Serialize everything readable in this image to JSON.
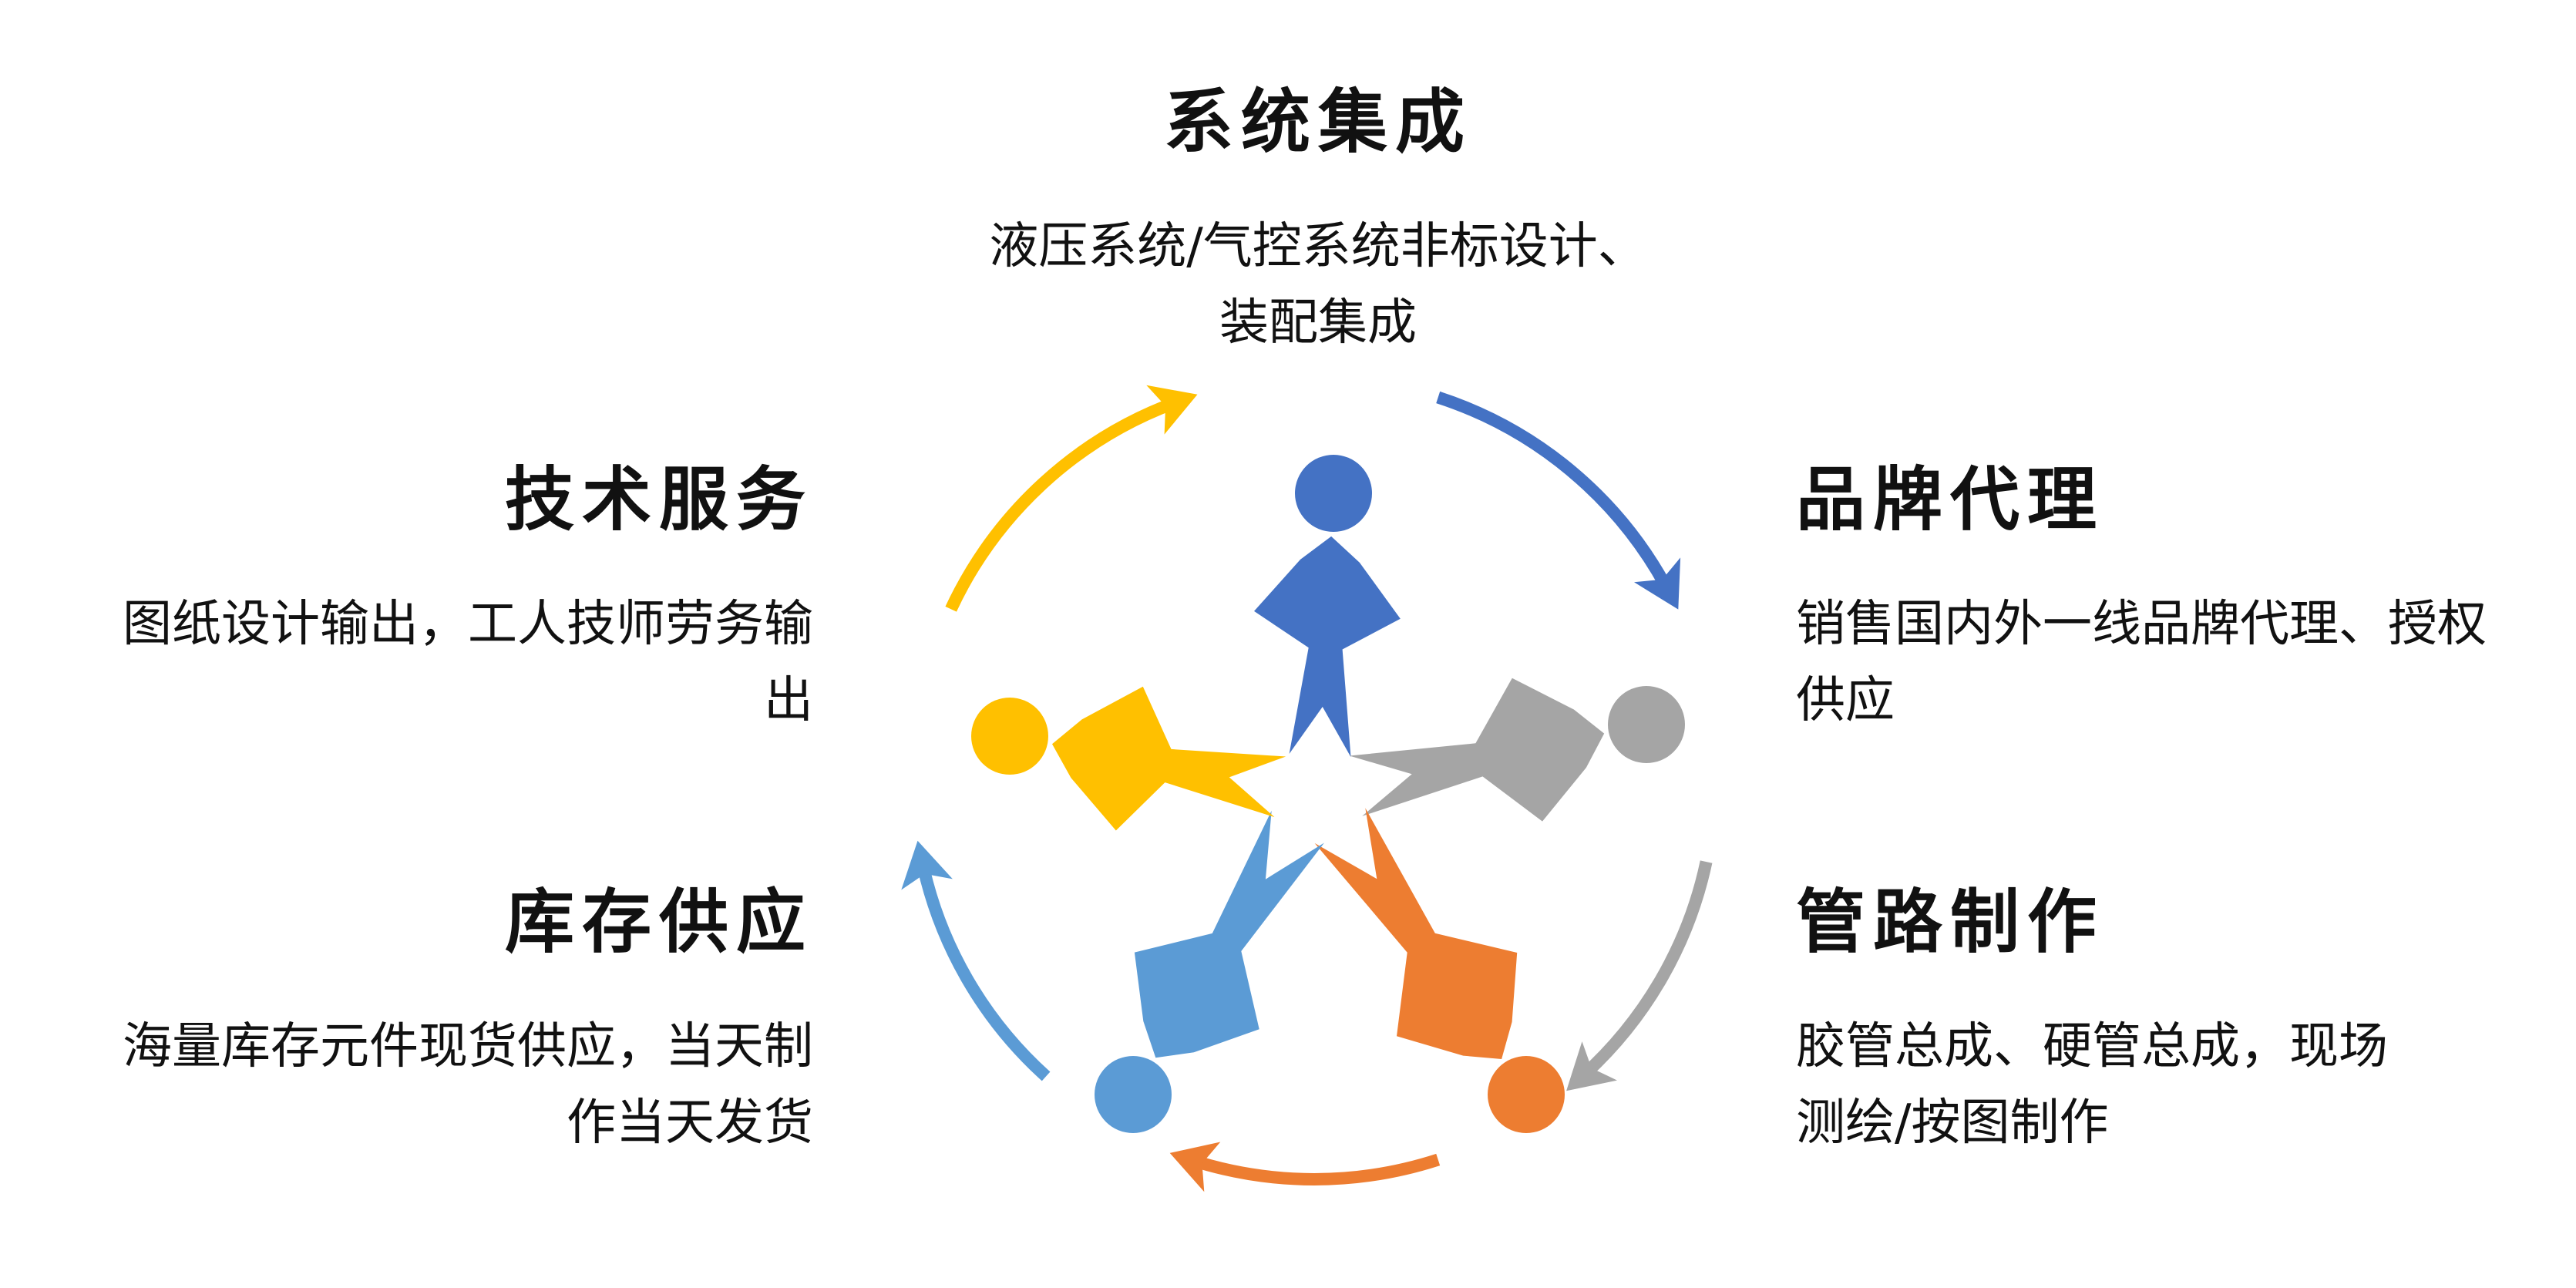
{
  "colors": {
    "blue": "#4472C4",
    "gray": "#A5A5A5",
    "orange": "#ED7D31",
    "lightblue": "#5B9BD5",
    "yellow": "#FFC000",
    "text": "#111111"
  },
  "nodes": [
    {
      "key": "top",
      "title": "系统集成",
      "lines": [
        "液压系统/气控系统非标设计、",
        "装配集成"
      ],
      "figure_color": "blue",
      "icon": "person-icon"
    },
    {
      "key": "upper-right",
      "title": "品牌代理",
      "lines": [
        "销售国内外一线品牌代理、授权",
        "供应"
      ],
      "figure_color": "gray",
      "icon": "person-icon"
    },
    {
      "key": "lower-right",
      "title": "管路制作",
      "lines": [
        "胶管总成、硬管总成，现场",
        "测绘/按图制作"
      ],
      "figure_color": "orange",
      "icon": "person-icon"
    },
    {
      "key": "lower-left",
      "title": "库存供应",
      "lines": [
        "海量库存元件现货供应，当天制",
        "作当天发货"
      ],
      "figure_color": "lightblue",
      "icon": "person-icon"
    },
    {
      "key": "upper-left",
      "title": "技术服务",
      "lines": [
        "图纸设计输出，工人技师劳务输",
        "出"
      ],
      "figure_color": "yellow",
      "icon": "person-icon"
    }
  ],
  "cycle_arrows": [
    {
      "from": "top",
      "to": "upper-right",
      "color": "blue",
      "icon": "curved-arrow-icon"
    },
    {
      "from": "upper-right",
      "to": "lower-right",
      "color": "gray",
      "icon": "curved-arrow-icon"
    },
    {
      "from": "lower-right",
      "to": "lower-left",
      "color": "orange",
      "icon": "curved-arrow-icon"
    },
    {
      "from": "lower-left",
      "to": "upper-left",
      "color": "lightblue",
      "icon": "curved-arrow-icon"
    },
    {
      "from": "upper-left",
      "to": "top",
      "color": "yellow",
      "icon": "curved-arrow-icon"
    }
  ]
}
